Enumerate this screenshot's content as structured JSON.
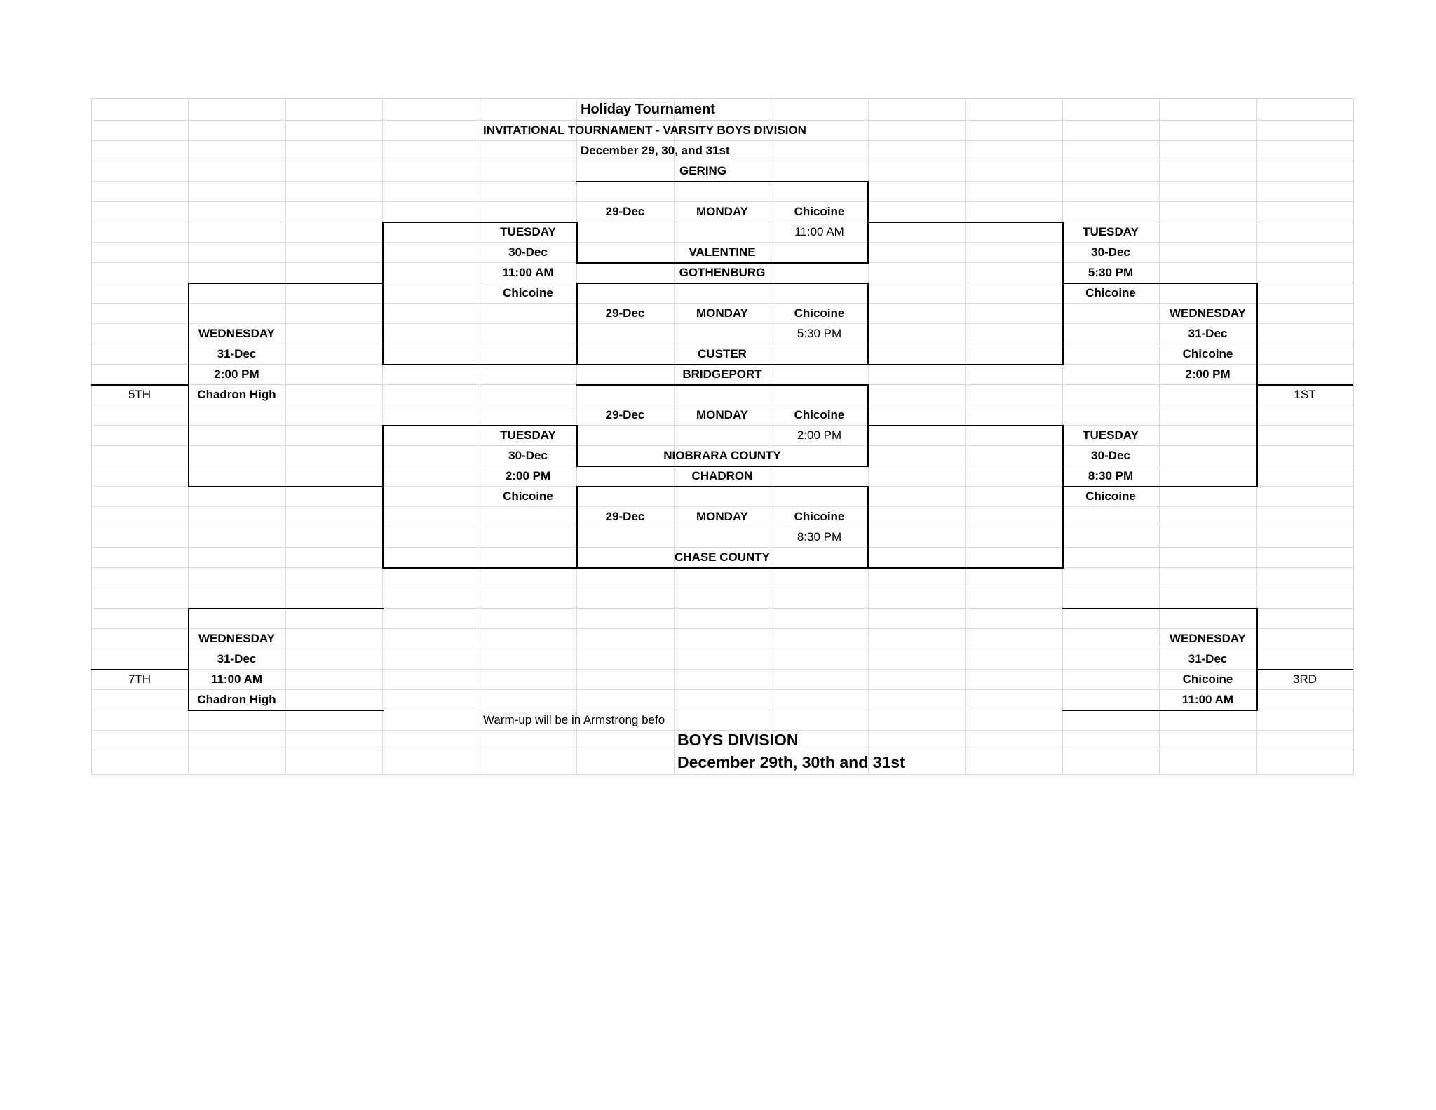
{
  "header": {
    "title": "Holiday Tournament",
    "subtitle": "INVITATIONAL TOURNAMENT - VARSITY BOYS DIVISION",
    "dates": "December  29, 30, and 31st"
  },
  "teams": {
    "gering": "GERING",
    "valentine": "VALENTINE",
    "gothenburg": "GOTHENBURG",
    "custer": "CUSTER",
    "bridgeport": "BRIDGEPORT",
    "niobrara": "NIOBRARA COUNTY",
    "chadron": "CHADRON",
    "chase": "CHASE COUNTY"
  },
  "first_round": [
    {
      "date": "29-Dec",
      "day": "MONDAY",
      "site": "Chicoine",
      "time": "11:00 AM"
    },
    {
      "date": "29-Dec",
      "day": "MONDAY",
      "site": "Chicoine",
      "time": "5:30 PM"
    },
    {
      "date": "29-Dec",
      "day": "MONDAY",
      "site": "Chicoine",
      "time": "2:00 PM"
    },
    {
      "date": "29-Dec",
      "day": "MONDAY",
      "site": "Chicoine",
      "time": "8:30 PM"
    }
  ],
  "second_round": {
    "left_top": {
      "day": "TUESDAY",
      "date": "30-Dec",
      "time": "11:00 AM",
      "site": "Chicoine"
    },
    "left_bottom": {
      "day": "TUESDAY",
      "date": "30-Dec",
      "time": "2:00 PM",
      "site": "Chicoine"
    },
    "right_top": {
      "day": "TUESDAY",
      "date": "30-Dec",
      "time": "5:30 PM",
      "site": "Chicoine"
    },
    "right_bottom": {
      "day": "TUESDAY",
      "date": "30-Dec",
      "time": "8:30 PM",
      "site": "Chicoine"
    }
  },
  "finals": {
    "fifth": {
      "label": "5TH",
      "day": "WEDNESDAY",
      "date": "31-Dec",
      "time": "2:00 PM",
      "site": "Chadron High"
    },
    "first": {
      "label": "1ST",
      "day": "WEDNESDAY",
      "date": "31-Dec",
      "site": "Chicoine",
      "time": "2:00 PM"
    },
    "seventh": {
      "label": "7TH",
      "day": "WEDNESDAY",
      "date": "31-Dec",
      "time": "11:00 AM",
      "site": "Chadron High"
    },
    "third": {
      "label": "3RD",
      "day": "WEDNESDAY",
      "date": "31-Dec",
      "site": "Chicoine",
      "time": "11:00 AM"
    }
  },
  "footer": {
    "note": "Warm-up will be in Armstrong befo",
    "division": "BOYS DIVISION",
    "dates": "December 29th, 30th and 31st"
  }
}
